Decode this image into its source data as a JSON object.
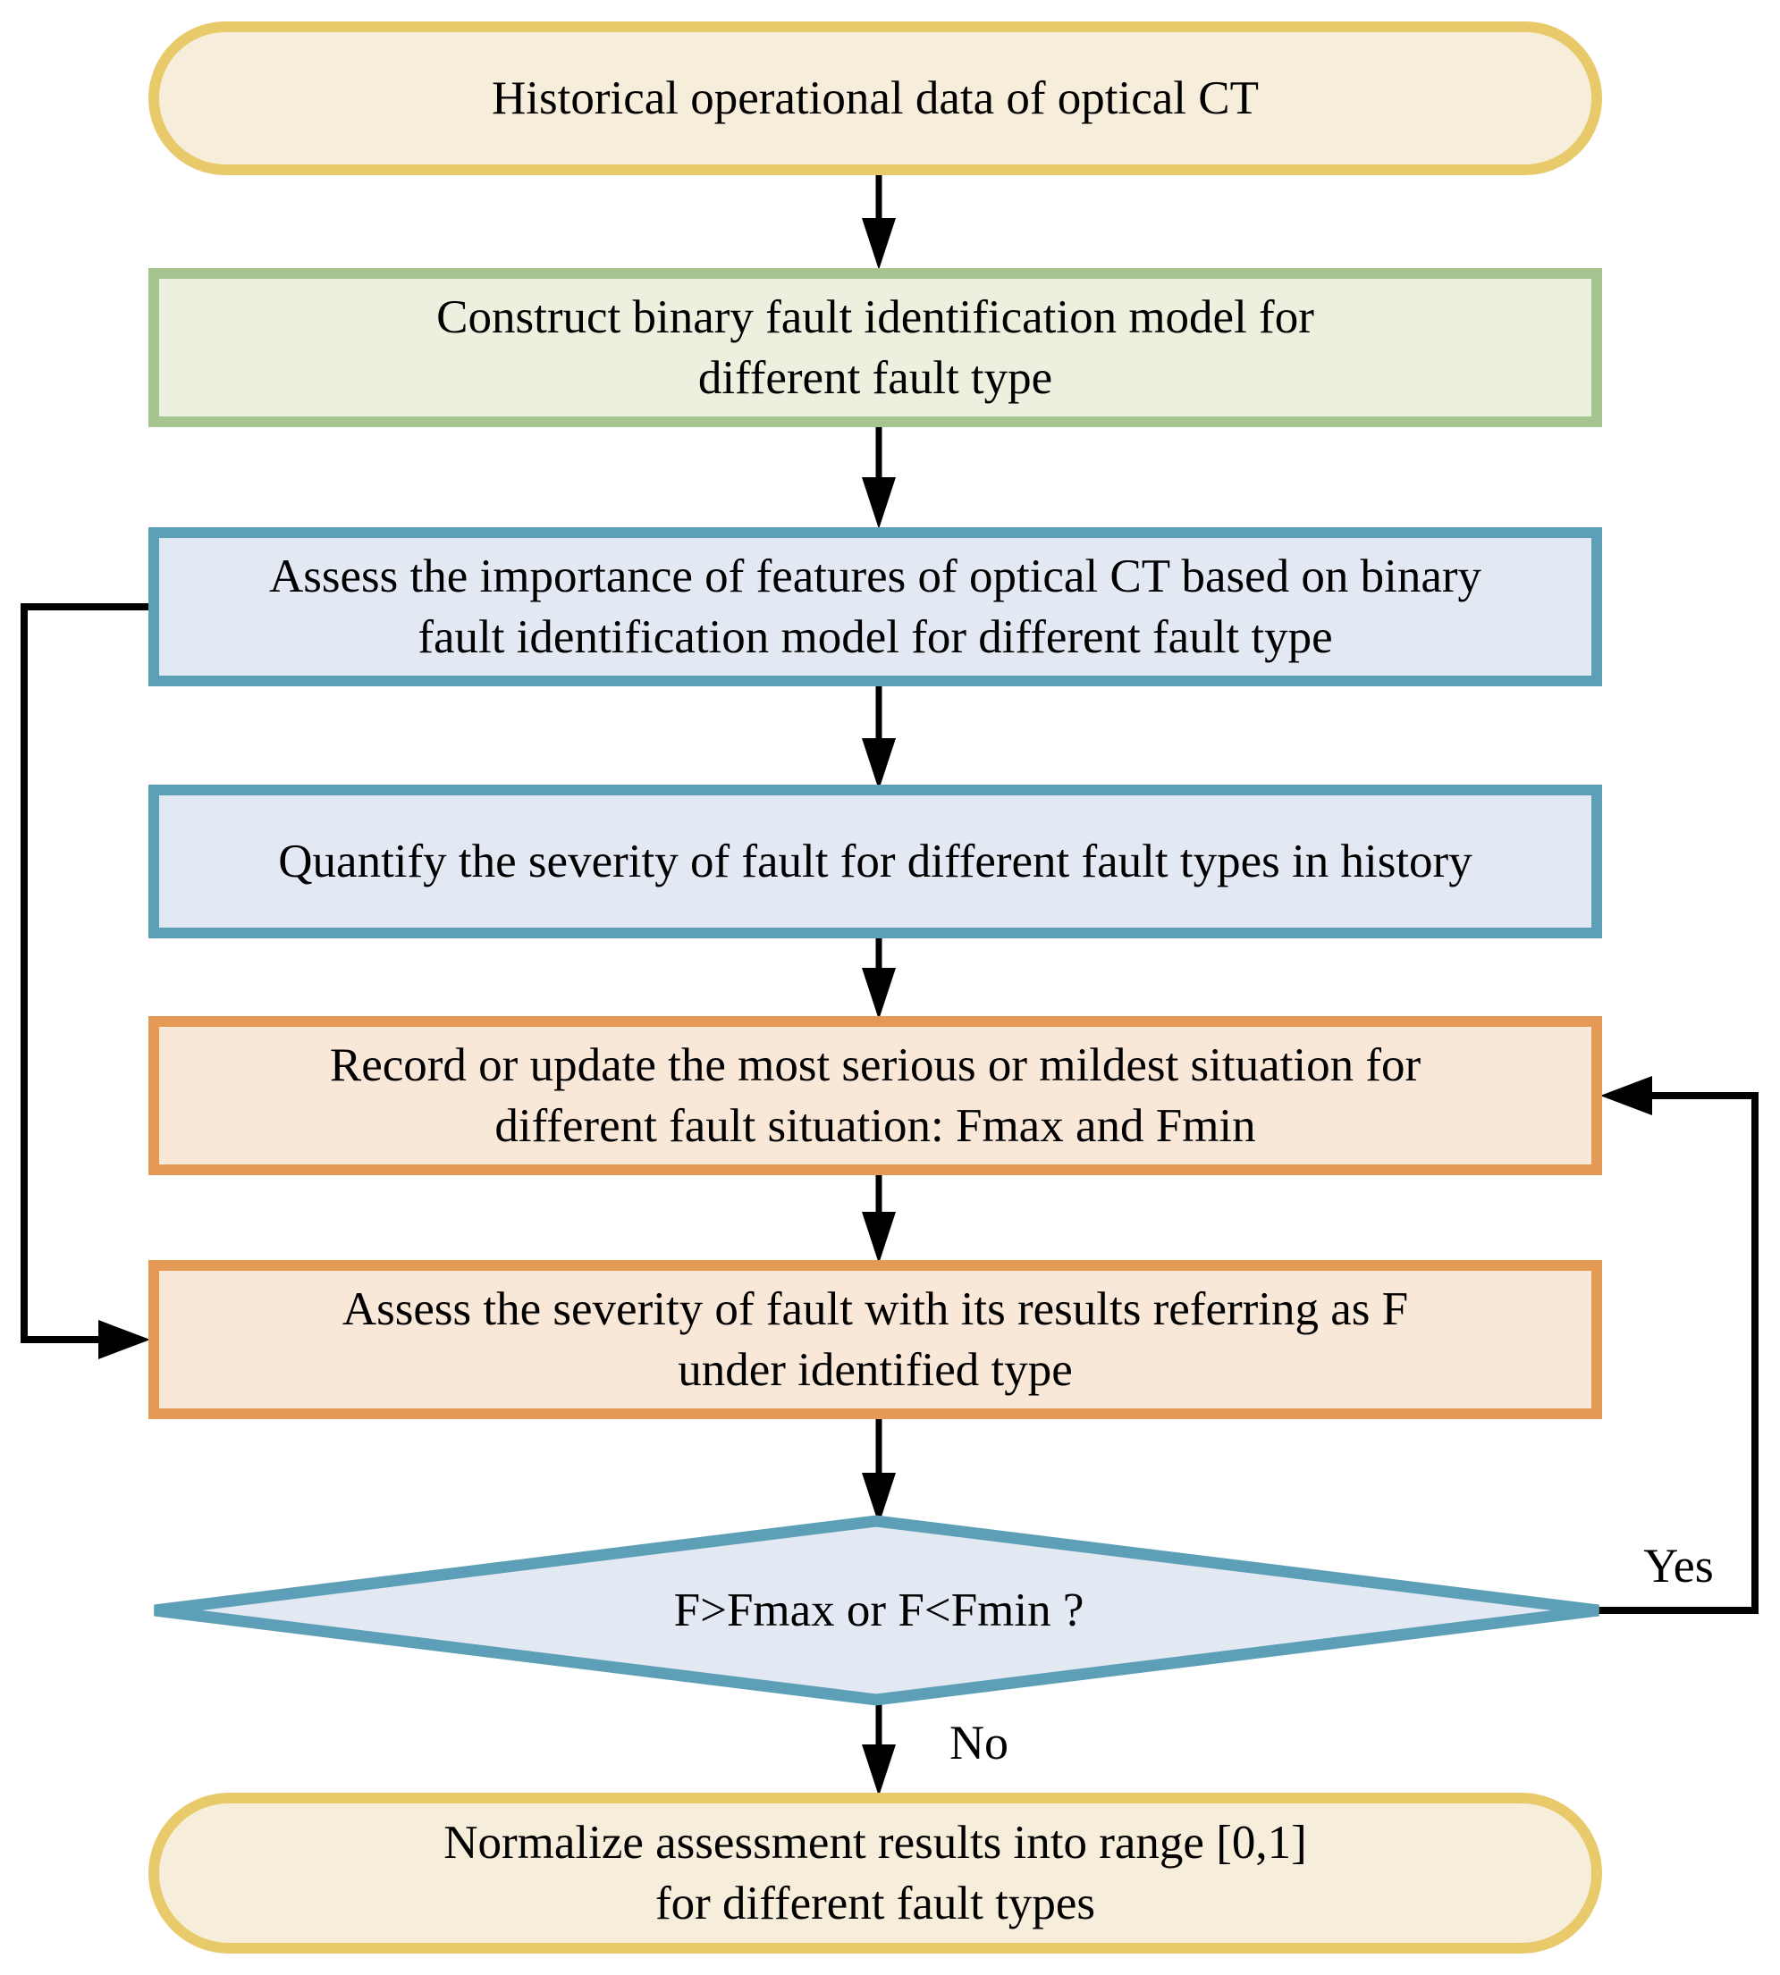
{
  "flowchart": {
    "nodes": [
      {
        "id": "start",
        "type": "terminator",
        "label": "Historical operational data of optical CT"
      },
      {
        "id": "construct-model",
        "type": "process",
        "label": "Construct binary fault identification model for\ndifferent fault type"
      },
      {
        "id": "assess-importance",
        "type": "process",
        "label": "Assess the importance of features of optical CT based on binary\nfault identification model for different fault type"
      },
      {
        "id": "quantify-severity",
        "type": "process",
        "label": "Quantify the severity of fault for different fault types in history"
      },
      {
        "id": "record-update",
        "type": "process",
        "label": "Record or update the most serious or mildest situation for\ndifferent fault situation: Fmax and Fmin"
      },
      {
        "id": "assess-severity",
        "type": "process",
        "label": "Assess the severity of fault with its results referring as F\nunder identified type"
      },
      {
        "id": "decision",
        "type": "decision",
        "label": "F>Fmax or F<Fmin ?"
      },
      {
        "id": "normalize",
        "type": "terminator",
        "label": "Normalize assessment results into range [0,1]\nfor different fault types"
      }
    ],
    "edge_labels": {
      "yes": "Yes",
      "no": "No"
    },
    "colors": {
      "terminator_border": "#E8CA6B",
      "terminator_fill": "#F6EEDA",
      "process_green_border": "#A5C48F",
      "process_green_fill": "#EBF1DE",
      "process_blue_border": "#5C9FB6",
      "process_blue_fill": "#E3E9F2",
      "process_orange_border": "#E49A55",
      "process_orange_fill": "#F9E7D8",
      "decision_border": "#5C9FB6",
      "decision_fill": "#E3E9F2",
      "connector": "#000000",
      "text": "#000000"
    }
  }
}
